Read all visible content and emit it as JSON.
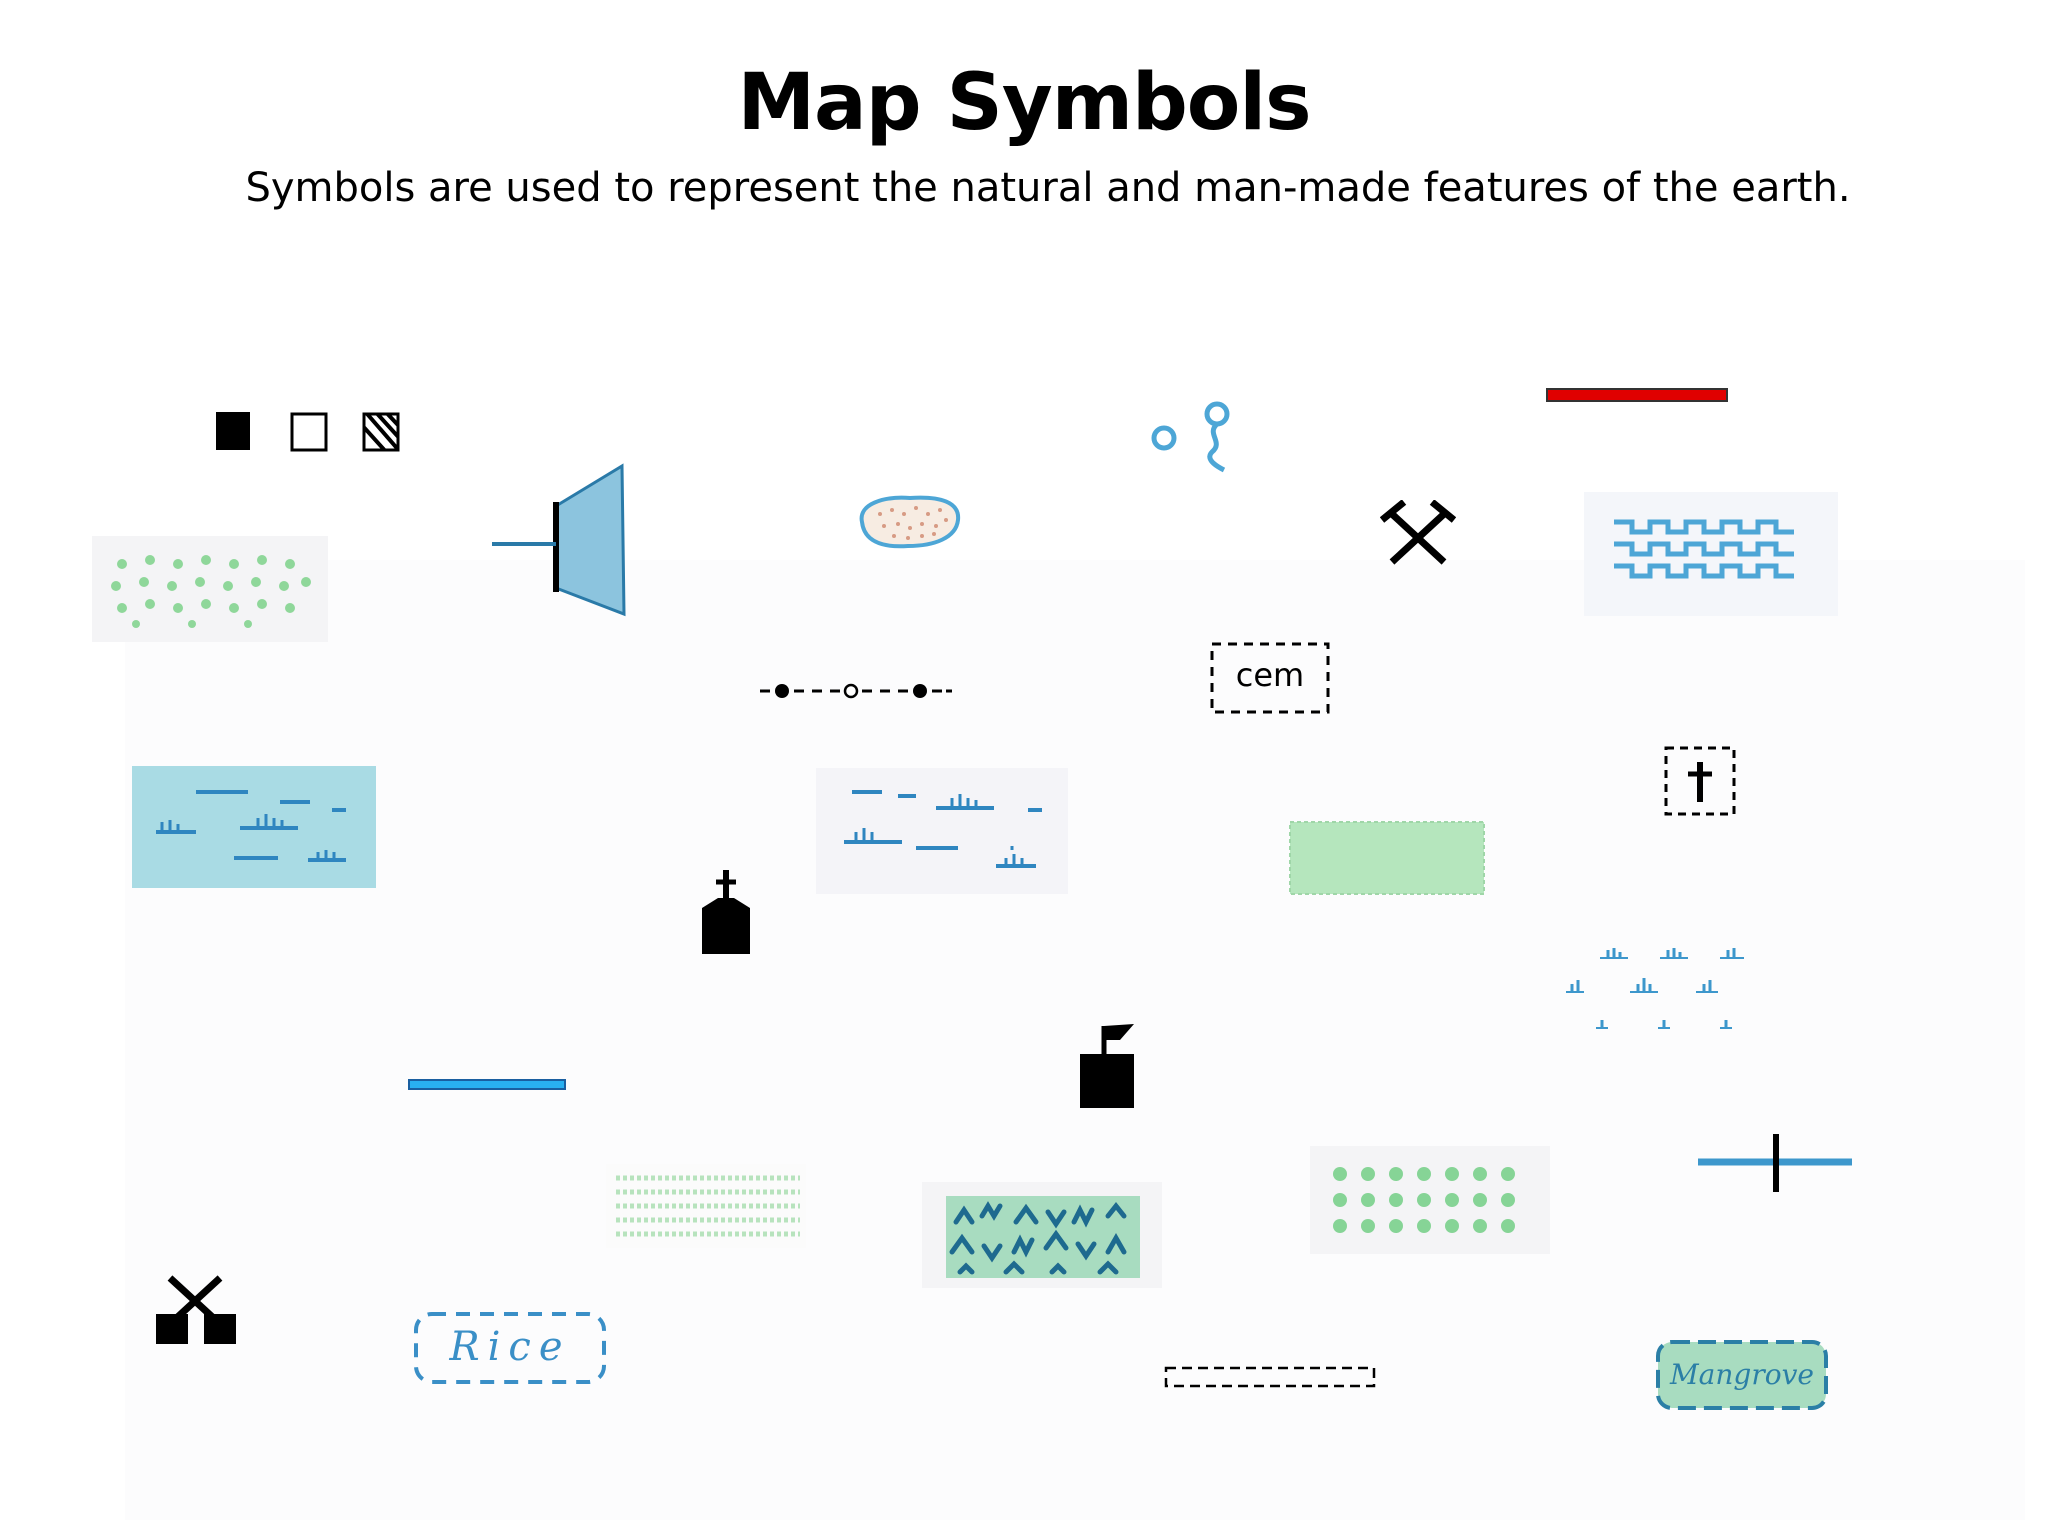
{
  "title": "Map Symbols",
  "subtitle": "Symbols are used to represent the natural and man-made features of the earth.",
  "labels": {
    "cemetery": "cem",
    "rice": "Rice",
    "mangrove": "Mangrove"
  },
  "colors": {
    "water_blue": "#4da6d6",
    "pale_water": "#a9dbe4",
    "vegetation_green": "#a8e0b0",
    "road_red": "#e00000",
    "black": "#000000"
  },
  "icons": [
    "building-symbols",
    "dam-symbol",
    "sand-dune-symbol",
    "spring-symbol",
    "railway-line-symbol",
    "grass-symbol",
    "mine-symbol",
    "water-pattern-symbol",
    "boundary-symbol",
    "cemetery-box-symbol",
    "swamp-symbol",
    "marsh-symbol",
    "church-symbol",
    "green-area-symbol",
    "christian-grave-symbol",
    "reeds-symbol",
    "water-line-symbol",
    "post-office-symbol",
    "orchard-symbol",
    "forest-symbol",
    "plantation-symbol",
    "power-line-symbol",
    "battlefield-symbol",
    "rice-symbol",
    "dashed-box-symbol",
    "mangrove-symbol"
  ]
}
